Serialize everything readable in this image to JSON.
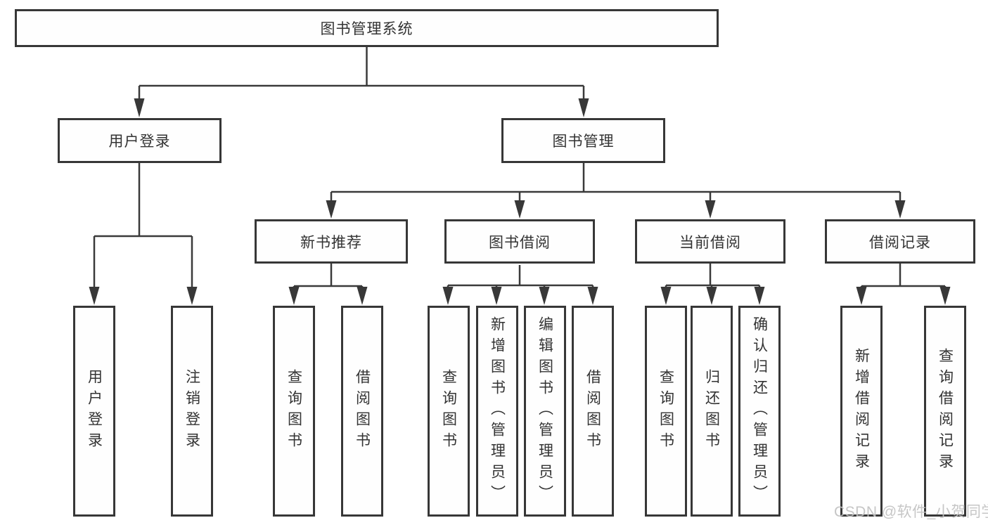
{
  "nodes": {
    "root": {
      "label": "图书管理系统"
    },
    "user_login": {
      "label": "用户登录",
      "children": [
        {
          "label": "用户登录"
        },
        {
          "label": "注销登录"
        }
      ]
    },
    "book_mgmt": {
      "label": "图书管理",
      "children": [
        {
          "label": "新书推荐",
          "children": [
            {
              "label": "查询图书"
            },
            {
              "label": "借阅图书"
            }
          ]
        },
        {
          "label": "图书借阅",
          "children": [
            {
              "label": "查询图书"
            },
            {
              "label": "新增图书（管理员）"
            },
            {
              "label": "编辑图书（管理员）"
            },
            {
              "label": "借阅图书"
            }
          ]
        },
        {
          "label": "当前借阅",
          "children": [
            {
              "label": "查询图书"
            },
            {
              "label": "归还图书"
            },
            {
              "label": "确认归还（管理员）"
            }
          ]
        },
        {
          "label": "借阅记录",
          "children": [
            {
              "label": "新增借阅记录"
            },
            {
              "label": "查询借阅记录"
            }
          ]
        }
      ]
    }
  },
  "watermark": {
    "text": "CSDN @软件_小贺同学"
  },
  "colors": {
    "line": "#3a3a3a",
    "border": "#373737",
    "text": "#333333",
    "watermark": "#c1c1c1"
  }
}
